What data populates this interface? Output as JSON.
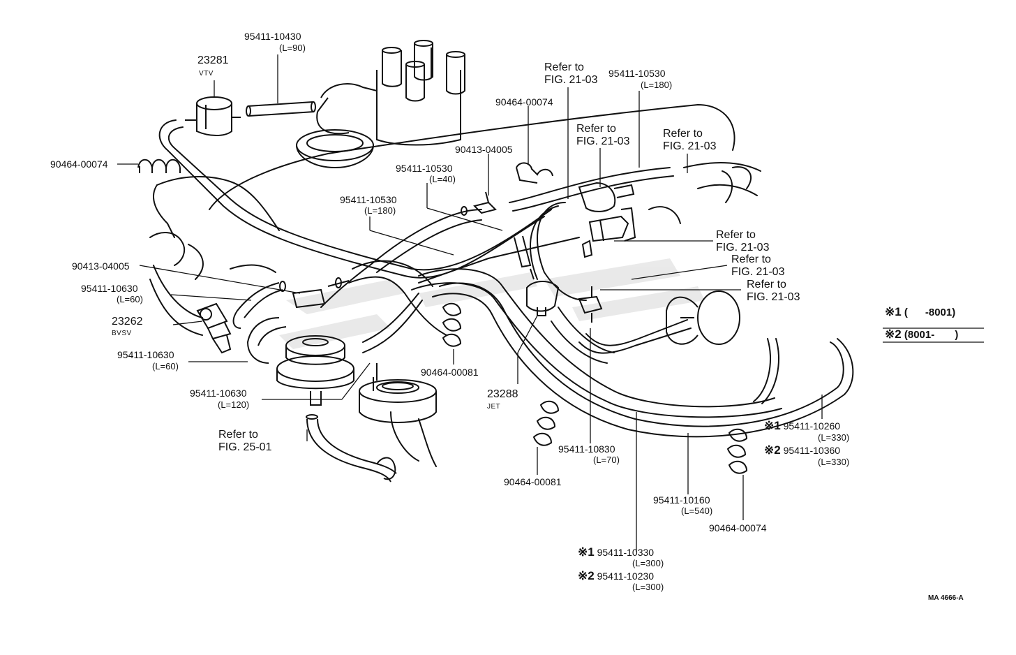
{
  "figure_code": "MA 4666-A",
  "legend": {
    "row1": {
      "mark": "※1",
      "text": "(      -8001)"
    },
    "row2": {
      "mark": "※2",
      "text": "(8001-       )"
    }
  },
  "labels": {
    "vtv": {
      "part": "23281",
      "name": "VTV"
    },
    "hose_top": {
      "part": "95411-10430",
      "spec": "(L=90)"
    },
    "clamp_left": {
      "part": "90464-00074"
    },
    "tee_left": {
      "part": "90413-04005"
    },
    "hose_l60_a": {
      "part": "95411-10630",
      "spec": "(L=60)"
    },
    "bvsv": {
      "part": "23262",
      "name": "BVSV"
    },
    "hose_l60_b": {
      "part": "95411-10630",
      "spec": "(L=60)"
    },
    "hose_l120": {
      "part": "95411-10630",
      "spec": "(L=120)"
    },
    "hose_l180_left": {
      "part": "95411-10530",
      "spec": "(L=180)"
    },
    "hose_l40": {
      "part": "95411-10530",
      "spec": "(L=40)"
    },
    "tee_center": {
      "part": "90413-04005"
    },
    "clamp_top": {
      "part": "90464-00074"
    },
    "hose_l180_right": {
      "part": "95411-10530",
      "spec": "(L=180)"
    },
    "clamp_mid": {
      "part": "90464-00081"
    },
    "jet": {
      "part": "23288",
      "name": "JET"
    },
    "clamp_bottom": {
      "part": "90464-00081"
    },
    "hose_l70": {
      "part": "95411-10830",
      "spec": "(L=70)"
    },
    "hose_l540": {
      "part": "95411-10160",
      "spec": "(L=540)"
    },
    "clamp_right": {
      "part": "90464-00074"
    },
    "hose_l330_1": {
      "mark": "※1",
      "part": "95411-10260",
      "spec": "(L=330)"
    },
    "hose_l330_2": {
      "mark": "※2",
      "part": "95411-10360",
      "spec": "(L=330)"
    },
    "hose_l300_1": {
      "mark": "※1",
      "part": "95411-10330",
      "spec": "(L=300)"
    },
    "hose_l300_2": {
      "mark": "※2",
      "part": "95411-10230",
      "spec": "(L=300)"
    }
  },
  "refs": {
    "ref_a": {
      "line1": "Refer to",
      "line2": "FIG. 21-03"
    },
    "ref_b": {
      "line1": "Refer to",
      "line2": "FIG. 21-03"
    },
    "ref_c": {
      "line1": "Refer to",
      "line2": "FIG. 21-03"
    },
    "ref_d": {
      "line1": "Refer to",
      "line2": "FIG. 21-03"
    },
    "ref_e": {
      "line1": "Refer to",
      "line2": "FIG. 21-03"
    },
    "ref_f": {
      "line1": "Refer to",
      "line2": "FIG. 21-03"
    },
    "ref_g": {
      "line1": "Refer to",
      "line2": "FIG. 25-01"
    }
  }
}
